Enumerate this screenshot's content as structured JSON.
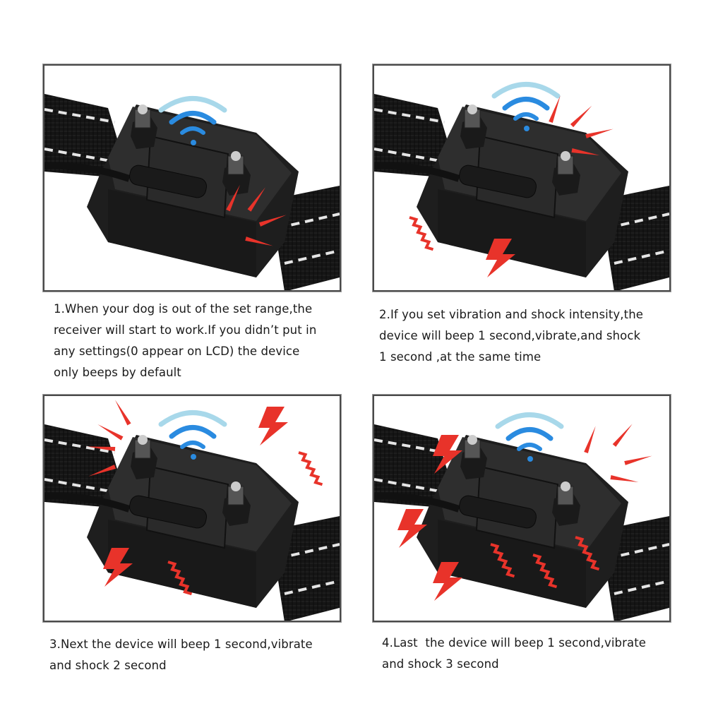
{
  "colors": {
    "panel_border": "#4a4a4a",
    "strap": "#151515",
    "strap_stitch": "#e6e6e6",
    "device_body": "#232323",
    "device_top": "#2e2e2e",
    "signal_light": "#a8d8ea",
    "signal_blue": "#2a8be0",
    "alert_red": "#e8332a",
    "text": "#1a1a1a"
  },
  "panels": [
    {
      "index": 1,
      "icons": [
        "wifi-signal-icon",
        "beep-rays-icon"
      ],
      "caption_lines": [
        "1.When your dog is out of the set range,the",
        "receiver will start to work.If you didn’t put in",
        "any settings(0 appear on LCD) the device",
        "only beeps by default"
      ]
    },
    {
      "index": 2,
      "icons": [
        "wifi-signal-icon",
        "beep-rays-icon",
        "vibration-zigzag-icon",
        "lightning-bolt-icon"
      ],
      "caption_lines": [
        "2.If you set vibration and shock intensity,the",
        "device will beep 1 second,vibrate,and shock",
        "1 second ,at the same time"
      ]
    },
    {
      "index": 3,
      "icons": [
        "wifi-signal-icon",
        "beep-rays-icon",
        "lightning-bolt-icon",
        "vibration-zigzag-icon"
      ],
      "caption_lines": [
        "3.Next the device will beep 1 second,vibrate",
        "and shock 2 second"
      ]
    },
    {
      "index": 4,
      "icons": [
        "wifi-signal-icon",
        "beep-rays-icon",
        "lightning-bolt-icon",
        "vibration-zigzag-icon"
      ],
      "caption_lines": [
        "4.Last  the device will beep 1 second,vibrate",
        "and shock 3 second"
      ]
    }
  ]
}
